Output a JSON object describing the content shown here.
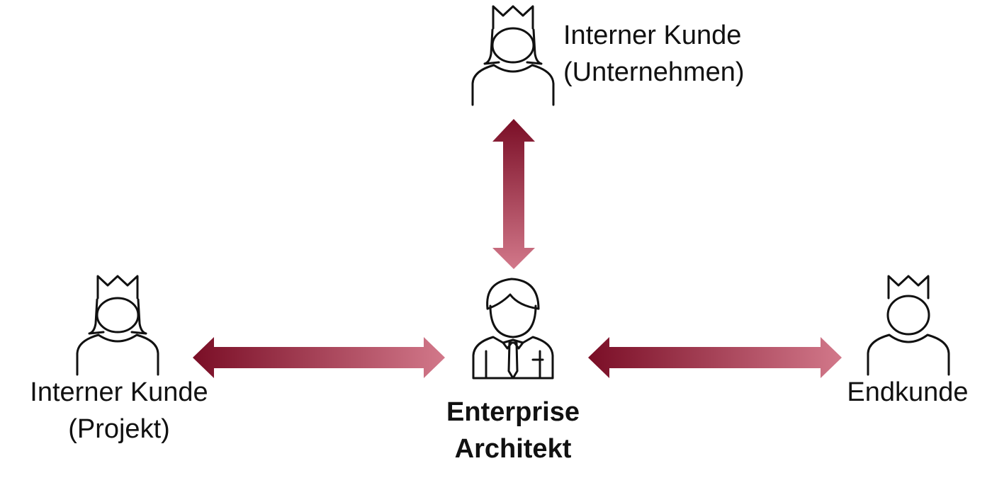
{
  "nodes": {
    "top": {
      "line1": "Interner Kunde",
      "line2": "(Unternehmen)",
      "icon": "female-customer-crown-icon"
    },
    "left": {
      "line1": "Interner Kunde",
      "line2": "(Projekt)",
      "icon": "female-customer-crown-icon"
    },
    "center": {
      "line1": "Enterprise",
      "line2": "Architekt",
      "icon": "businessman-tie-icon"
    },
    "right": {
      "line1": "Endkunde",
      "icon": "male-customer-crown-icon"
    }
  },
  "colors": {
    "arrow_dark": "#7a0e26",
    "arrow_light": "#d2788a",
    "icon_stroke": "#111111",
    "text": "#111111"
  },
  "connections": [
    {
      "from": "center",
      "to": "top",
      "type": "bidirectional"
    },
    {
      "from": "center",
      "to": "left",
      "type": "bidirectional"
    },
    {
      "from": "center",
      "to": "right",
      "type": "bidirectional"
    }
  ]
}
